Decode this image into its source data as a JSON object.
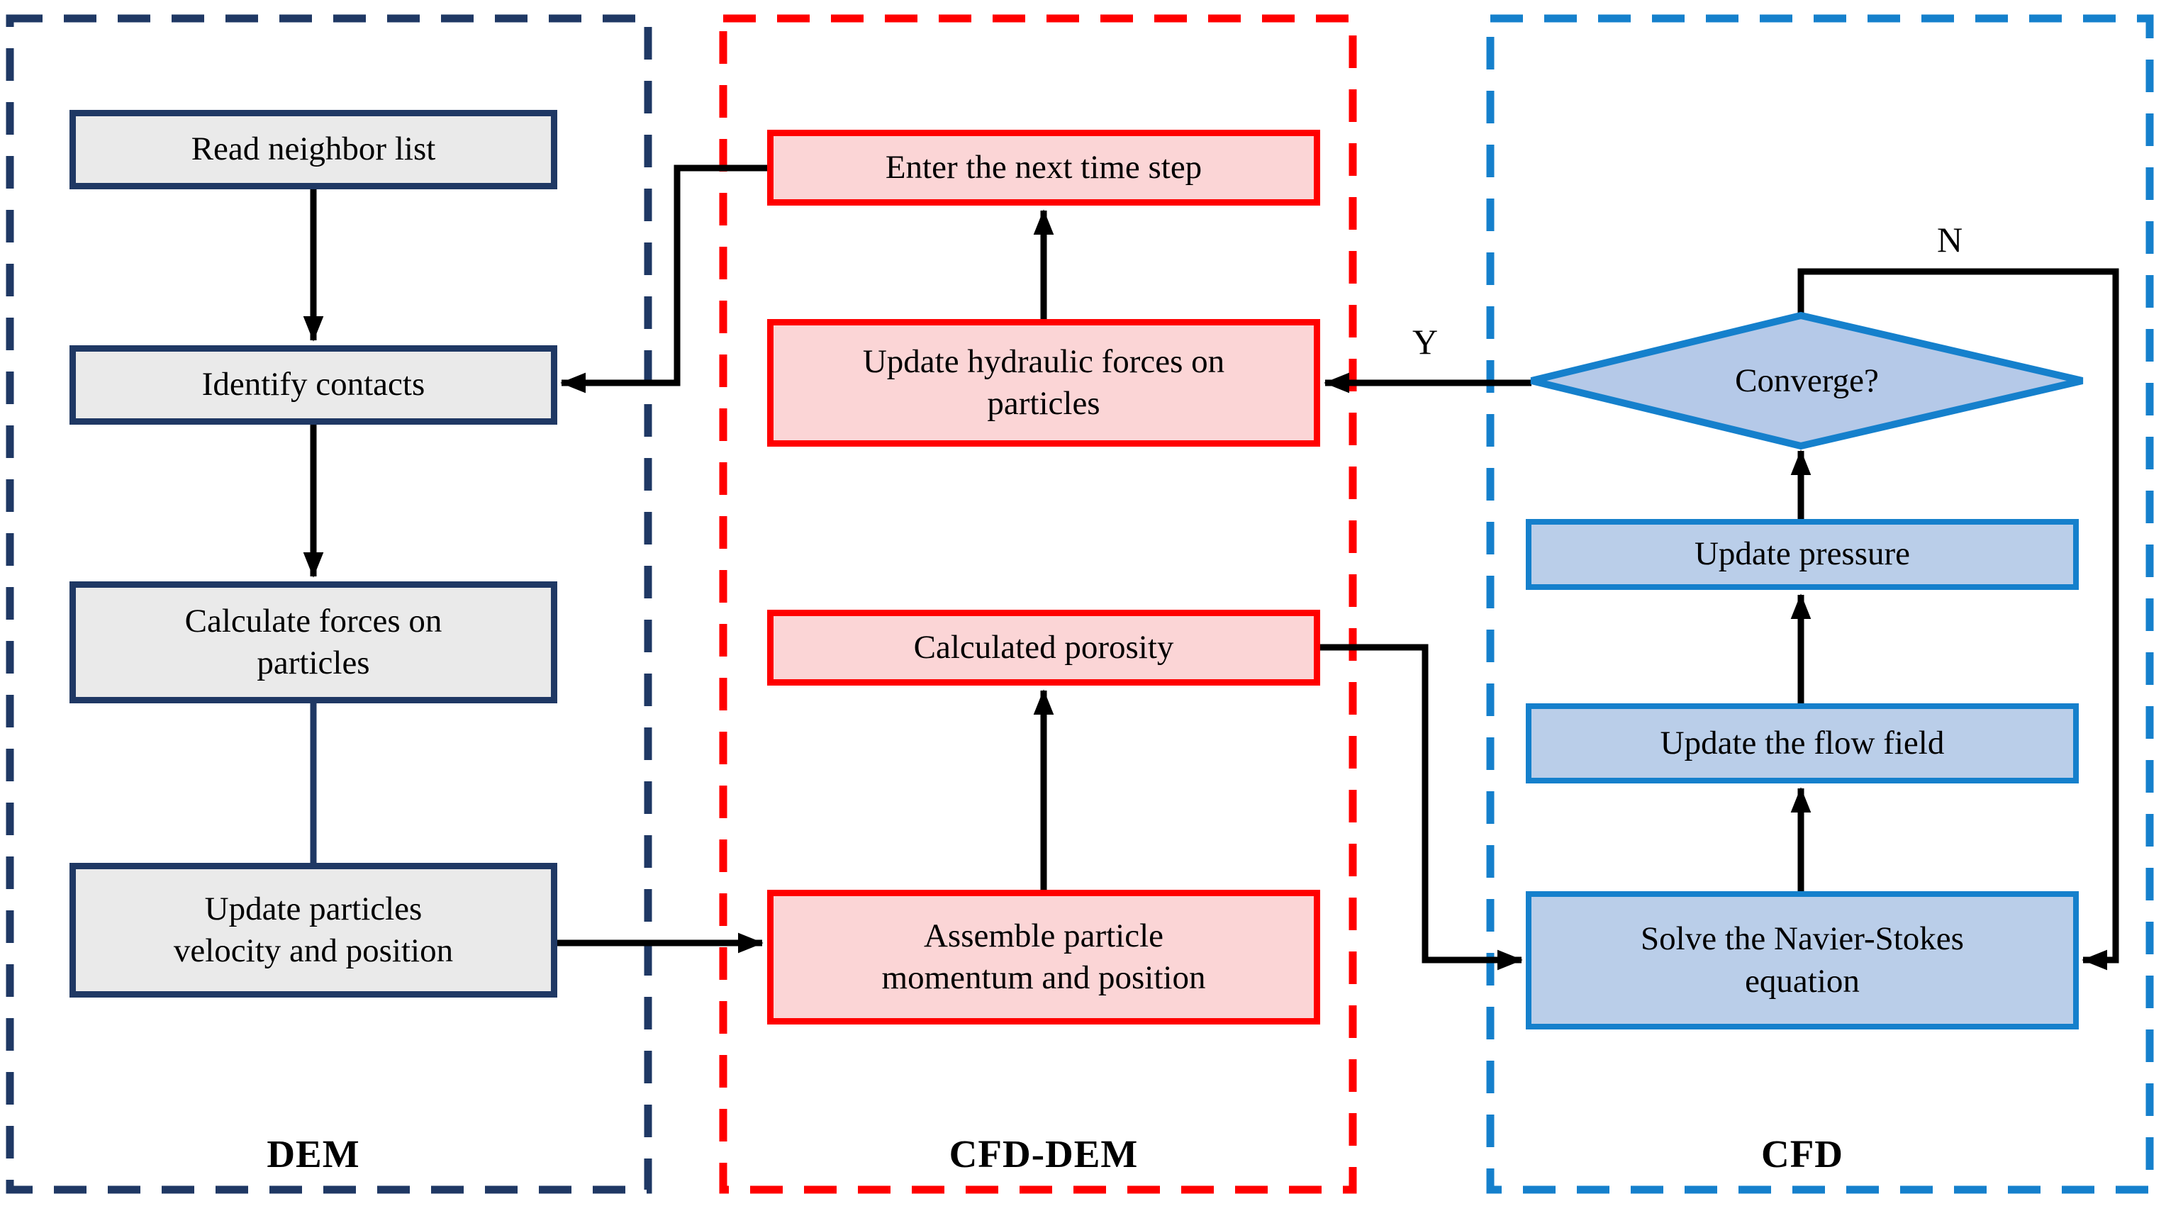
{
  "figure": {
    "type": "flowchart",
    "description": "CFD-DEM coupling workflow with three dashed group panels"
  },
  "columns": {
    "dem": {
      "label": "DEM",
      "boxes": {
        "read": "Read neighbor list",
        "identify": "Identify contacts",
        "calc": "Calculate forces on\nparticles",
        "update": "Update particles\nvelocity and position"
      }
    },
    "cfd_dem": {
      "label": "CFD-DEM",
      "boxes": {
        "enter": "Enter the next time step",
        "hydraulic": "Update hydraulic forces on\nparticles",
        "porosity": "Calculated porosity",
        "assemble": "Assemble particle\nmomentum and position"
      }
    },
    "cfd": {
      "label": "CFD",
      "boxes": {
        "converge": "Converge?",
        "pressure": "Update pressure",
        "flow": "Update the flow field",
        "solve": "Solve the Navier-Stokes\nequation"
      }
    }
  },
  "edges": {
    "yes_label": "Y",
    "no_label": "N"
  },
  "colors": {
    "dem_panel_border": "#1F3864",
    "dem_box_fill": "#EAEAEA",
    "dem_box_border": "#1F3864",
    "cfd_dem_panel_border": "#FF0000",
    "cfd_dem_box_fill": "#FBD5D6",
    "cfd_dem_box_border": "#FF0000",
    "cfd_panel_border": "#1580CC",
    "cfd_box_fill": "#BACEE9",
    "cfd_diamond_fill": "#B5C9E8",
    "connector": "#000000",
    "background": "#FFFFFF"
  }
}
